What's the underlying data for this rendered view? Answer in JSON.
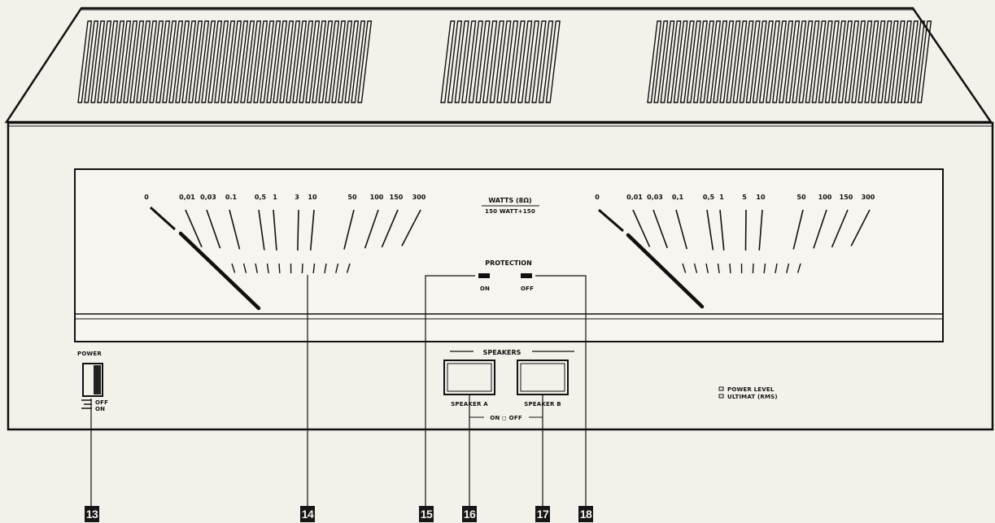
{
  "panel": {
    "power_label": "POWER",
    "power_off": "OFF",
    "power_on": "ON",
    "watts_title": "WATTS (8Ω)",
    "watts_subtitle": "150 WATT+150",
    "protection_label": "PROTECTION",
    "protection_on": "ON",
    "protection_off": "OFF",
    "speakers_label": "SPEAKERS",
    "speaker_a_label": "SPEAKER A",
    "speaker_b_label": "SPEAKER B",
    "speakers_onoff": "ON ◻ OFF",
    "legend_power_level": "POWER LEVEL",
    "legend_ultimate": "ULTIMAT (RMS)"
  },
  "left_meter_scale": [
    "0",
    "0,01",
    "0,03",
    "0.1",
    "0,5",
    "1",
    "3",
    "10",
    "50",
    "100",
    "150",
    "300"
  ],
  "right_meter_scale": [
    "0",
    "0,01",
    "0,03",
    "0,1",
    "0,5",
    "1",
    "5",
    "10",
    "50",
    "100",
    "150",
    "300"
  ],
  "callouts": [
    "13",
    "14",
    "15",
    "16",
    "17",
    "18"
  ]
}
